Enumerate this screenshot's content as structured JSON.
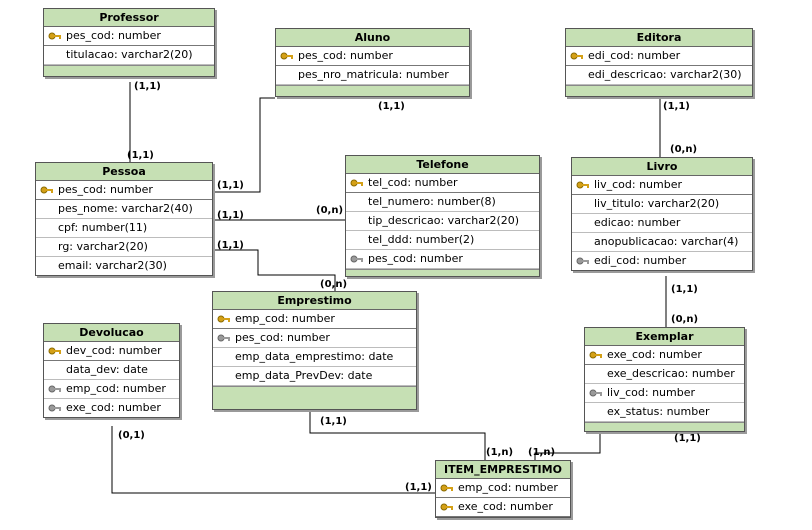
{
  "entities": {
    "professor": {
      "name": "Professor",
      "attrs": [
        {
          "text": "pes_cod: number",
          "key": "primary"
        },
        {
          "text": "titulacao: varchar2(20)",
          "key": "none"
        }
      ]
    },
    "aluno": {
      "name": "Aluno",
      "attrs": [
        {
          "text": "pes_cod: number",
          "key": "primary"
        },
        {
          "text": "pes_nro_matricula: number",
          "key": "none"
        }
      ]
    },
    "editora": {
      "name": "Editora",
      "attrs": [
        {
          "text": "edi_cod: number",
          "key": "primary"
        },
        {
          "text": "edi_descricao: varchar2(30)",
          "key": "none"
        }
      ]
    },
    "pessoa": {
      "name": "Pessoa",
      "attrs": [
        {
          "text": "pes_cod: number",
          "key": "primary"
        },
        {
          "text": "pes_nome: varchar2(40)",
          "key": "none"
        },
        {
          "text": "cpf: number(11)",
          "key": "none"
        },
        {
          "text": "rg: varchar2(20)",
          "key": "none"
        },
        {
          "text": "email: varchar2(30)",
          "key": "none"
        }
      ]
    },
    "telefone": {
      "name": "Telefone",
      "attrs": [
        {
          "text": "tel_cod: number",
          "key": "primary"
        },
        {
          "text": "tel_numero: number(8)",
          "key": "none"
        },
        {
          "text": "tip_descricao: varchar2(20)",
          "key": "none"
        },
        {
          "text": "tel_ddd: number(2)",
          "key": "none"
        },
        {
          "text": "pes_cod: number",
          "key": "foreign"
        }
      ]
    },
    "livro": {
      "name": "Livro",
      "attrs": [
        {
          "text": "liv_cod: number",
          "key": "primary"
        },
        {
          "text": "liv_titulo: varchar2(20)",
          "key": "none"
        },
        {
          "text": "edicao: number",
          "key": "none"
        },
        {
          "text": "anopublicacao: varchar(4)",
          "key": "none"
        },
        {
          "text": "edi_cod: number",
          "key": "foreign"
        }
      ]
    },
    "emprestimo": {
      "name": "Emprestimo",
      "attrs": [
        {
          "text": "emp_cod: number",
          "key": "primary"
        },
        {
          "text": "pes_cod: number",
          "key": "foreign"
        },
        {
          "text": "emp_data_emprestimo: date",
          "key": "none"
        },
        {
          "text": "emp_data_PrevDev: date",
          "key": "none"
        }
      ]
    },
    "devolucao": {
      "name": "Devolucao",
      "attrs": [
        {
          "text": "dev_cod: number",
          "key": "primary"
        },
        {
          "text": "data_dev: date",
          "key": "none"
        },
        {
          "text": "emp_cod: number",
          "key": "foreign"
        },
        {
          "text": "exe_cod: number",
          "key": "foreign"
        }
      ]
    },
    "exemplar": {
      "name": "Exemplar",
      "attrs": [
        {
          "text": "exe_cod: number",
          "key": "primary"
        },
        {
          "text": "exe_descricao: number",
          "key": "none"
        },
        {
          "text": "liv_cod: number",
          "key": "foreign"
        },
        {
          "text": "ex_status: number",
          "key": "none"
        }
      ]
    },
    "item_emprestimo": {
      "name": "ITEM_EMPRESTIMO",
      "attrs": [
        {
          "text": "emp_cod: number",
          "key": "primary"
        },
        {
          "text": "exe_cod: number",
          "key": "primary"
        }
      ]
    }
  },
  "cardinalities": {
    "professor_top": "(1,1)",
    "professor_bottom": "(1,1)",
    "aluno": "(1,1)",
    "pessoa_aluno": "(1,1)",
    "editora": "(1,1)",
    "livro_editora": "(0,n)",
    "pessoa_telefone": "(1,1)",
    "telefone_pessoa": "(0,n)",
    "pessoa_emprestimo": "(1,1)",
    "emprestimo_pessoa": "(0,n)",
    "livro_exemplar": "(1,1)",
    "exemplar_livro": "(0,n)",
    "devolucao": "(0,1)",
    "emprestimo_item": "(1,1)",
    "item_emprestimo": "(1,n)",
    "item_exemplar": "(1,n)",
    "exemplar_item": "(1,1)",
    "item_devolucao": "(1,1)"
  },
  "colors": {
    "header": "#c6e0b4",
    "primary_key": "#d4a017",
    "foreign_key": "#9a9a9a"
  }
}
